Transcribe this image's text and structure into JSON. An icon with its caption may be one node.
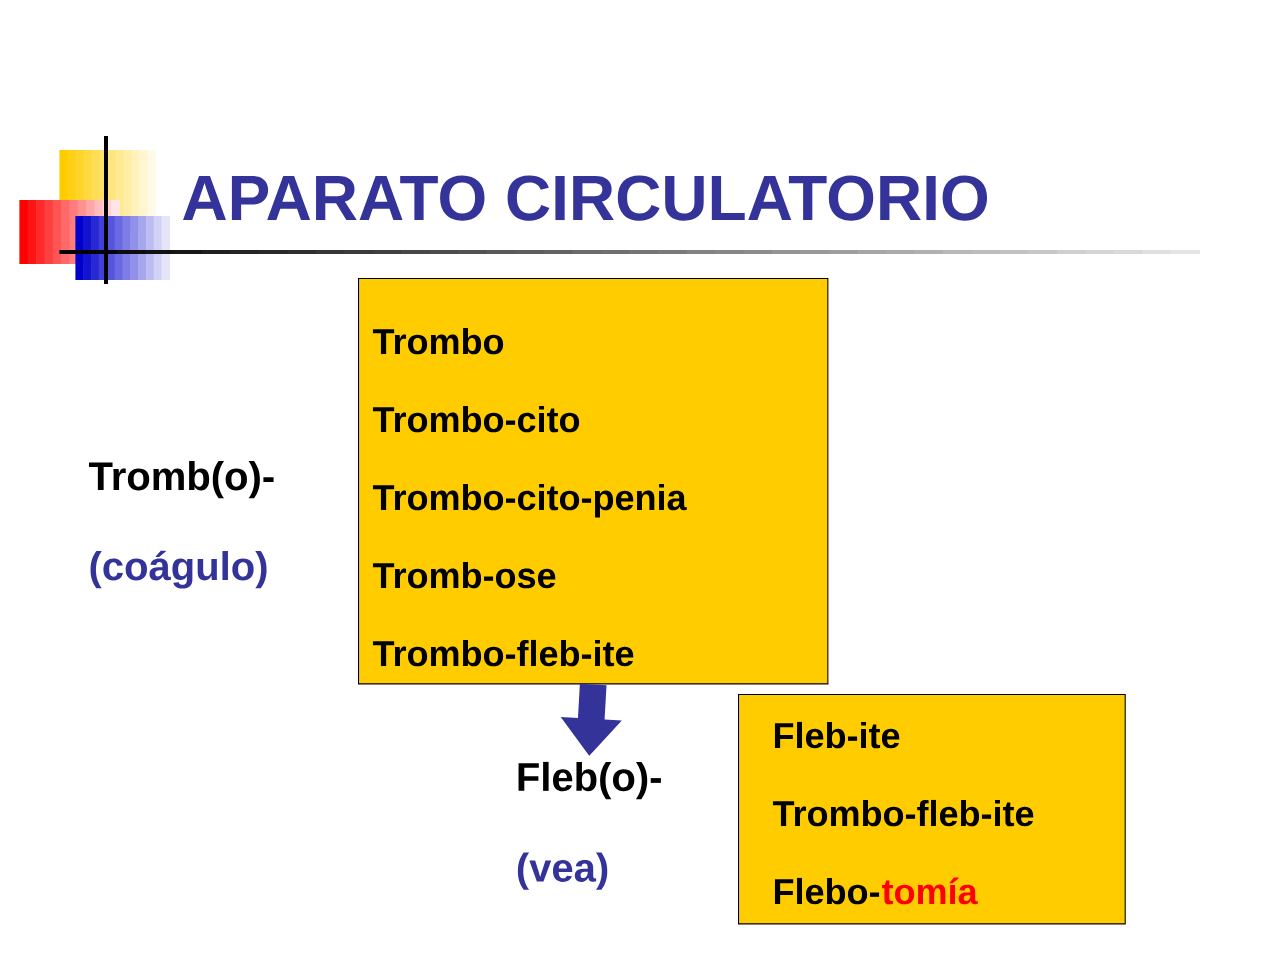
{
  "diagram": {
    "title": "APARATO CIRCULATORIO",
    "nodes": [
      {
        "text": [
          "Trombo",
          "Trombo-cito",
          "Trombo-cito-penia",
          "Tromb-ose",
          "Trombo-fleb-ite"
        ]
      },
      {
        "text": [
          "Fleb(o)-",
          "(vea)"
        ]
      },
      {
        "text": [
          "Fleb-ite",
          "Trombo-fleb-ite",
          "Flebo-",
          "tomía"
        ]
      }
    ],
    "edges": [
      {
        "from": 0,
        "to": 1,
        "arrow": "to"
      }
    ],
    "labels": [
      "Tromb(o)-",
      "(coágulo)"
    ]
  }
}
